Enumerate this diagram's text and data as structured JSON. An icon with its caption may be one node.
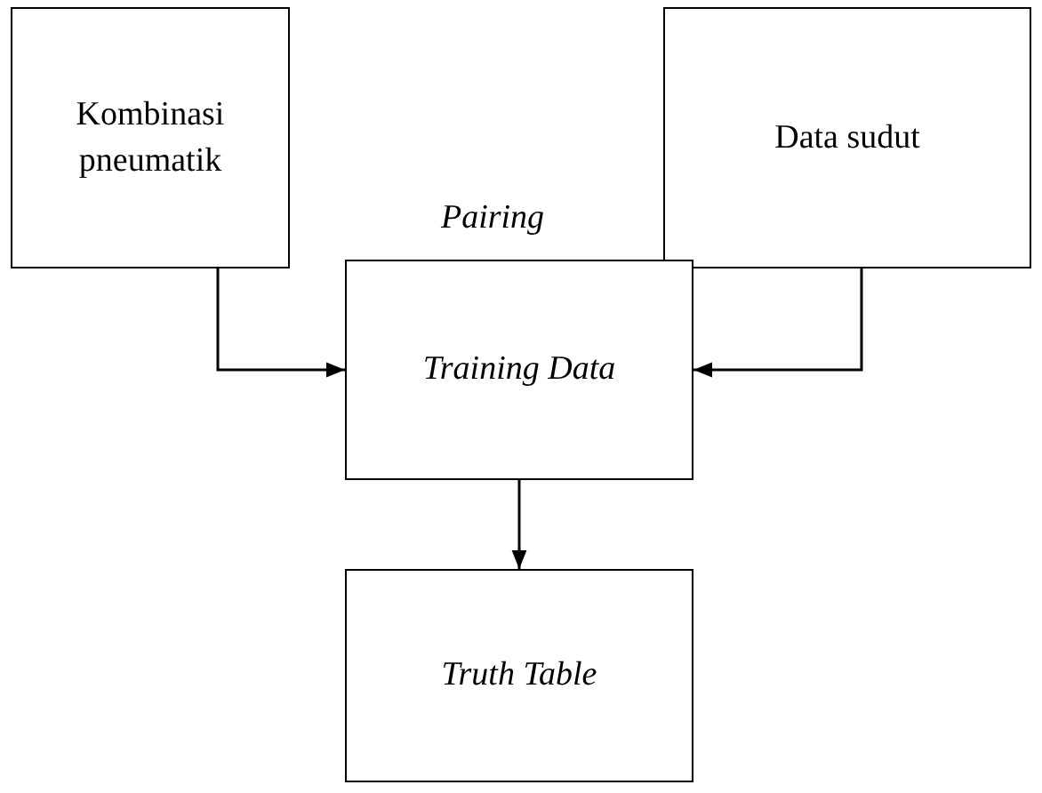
{
  "diagram": {
    "nodes": [
      {
        "text": [
          "Kombinasi pneumatik"
        ]
      },
      {
        "text": [
          "Data sudut"
        ]
      },
      {
        "text": [
          "Training Data"
        ],
        "beside": [
          "Pairing"
        ]
      },
      {
        "text": [
          "Truth Table"
        ]
      }
    ],
    "edges": [
      {
        "from": 0,
        "to": 2,
        "arrow": "to"
      },
      {
        "from": 1,
        "to": 2,
        "arrow": "to"
      },
      {
        "from": 2,
        "to": 3,
        "arrow": "to"
      }
    ]
  }
}
